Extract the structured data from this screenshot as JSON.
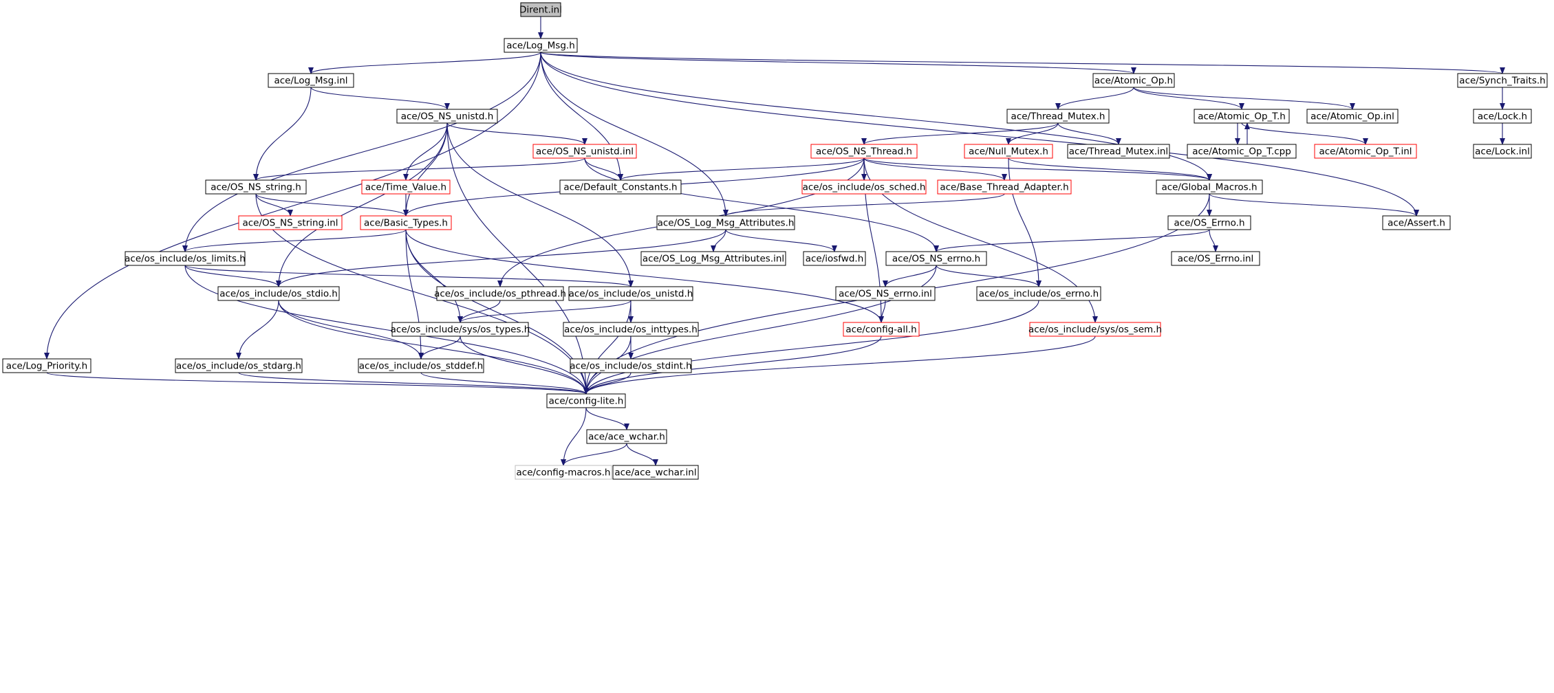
{
  "colors": {
    "edge": "#191970",
    "box_normal": "#000000",
    "box_truncated": "#ff0000",
    "box_undocumented": "#bfbfbf",
    "root_fill": "#bfbfbf",
    "text": "#000000"
  },
  "nodes": [
    {
      "id": "dirent_inl",
      "label": "Dirent.inl",
      "style": "root"
    },
    {
      "id": "log_msg_h",
      "label": "ace/Log_Msg.h",
      "style": "normal"
    },
    {
      "id": "log_msg_inl",
      "label": "ace/Log_Msg.inl",
      "style": "normal"
    },
    {
      "id": "atomic_op_h",
      "label": "ace/Atomic_Op.h",
      "style": "normal"
    },
    {
      "id": "synch_traits_h",
      "label": "ace/Synch_Traits.h",
      "style": "normal"
    },
    {
      "id": "os_ns_unistd_h",
      "label": "ace/OS_NS_unistd.h",
      "style": "normal"
    },
    {
      "id": "thread_mutex_h",
      "label": "ace/Thread_Mutex.h",
      "style": "normal"
    },
    {
      "id": "atomic_op_t_h",
      "label": "ace/Atomic_Op_T.h",
      "style": "normal"
    },
    {
      "id": "atomic_op_inl",
      "label": "ace/Atomic_Op.inl",
      "style": "normal"
    },
    {
      "id": "lock_h",
      "label": "ace/Lock.h",
      "style": "normal"
    },
    {
      "id": "os_ns_unistd_inl",
      "label": "ace/OS_NS_unistd.inl",
      "style": "truncated"
    },
    {
      "id": "os_ns_thread_h",
      "label": "ace/OS_NS_Thread.h",
      "style": "truncated"
    },
    {
      "id": "null_mutex_h",
      "label": "ace/Null_Mutex.h",
      "style": "truncated"
    },
    {
      "id": "thread_mutex_inl",
      "label": "ace/Thread_Mutex.inl",
      "style": "normal"
    },
    {
      "id": "atomic_op_t_cpp",
      "label": "ace/Atomic_Op_T.cpp",
      "style": "normal"
    },
    {
      "id": "atomic_op_t_inl",
      "label": "ace/Atomic_Op_T.inl",
      "style": "truncated"
    },
    {
      "id": "lock_inl",
      "label": "ace/Lock.inl",
      "style": "normal"
    },
    {
      "id": "os_ns_string_h",
      "label": "ace/OS_NS_string.h",
      "style": "normal"
    },
    {
      "id": "time_value_h",
      "label": "ace/Time_Value.h",
      "style": "truncated"
    },
    {
      "id": "default_constants_h",
      "label": "ace/Default_Constants.h",
      "style": "normal"
    },
    {
      "id": "os_sched_h",
      "label": "ace/os_include/os_sched.h",
      "style": "truncated"
    },
    {
      "id": "base_thread_adapter_h",
      "label": "ace/Base_Thread_Adapter.h",
      "style": "truncated"
    },
    {
      "id": "global_macros_h",
      "label": "ace/Global_Macros.h",
      "style": "normal"
    },
    {
      "id": "os_ns_string_inl",
      "label": "ace/OS_NS_string.inl",
      "style": "truncated"
    },
    {
      "id": "basic_types_h",
      "label": "ace/Basic_Types.h",
      "style": "truncated"
    },
    {
      "id": "os_log_msg_attributes_h",
      "label": "ace/OS_Log_Msg_Attributes.h",
      "style": "normal"
    },
    {
      "id": "os_errno_h",
      "label": "ace/OS_Errno.h",
      "style": "normal"
    },
    {
      "id": "assert_h",
      "label": "ace/Assert.h",
      "style": "normal"
    },
    {
      "id": "os_limits_h",
      "label": "ace/os_include/os_limits.h",
      "style": "normal"
    },
    {
      "id": "os_log_msg_attributes_inl",
      "label": "ace/OS_Log_Msg_Attributes.inl",
      "style": "normal"
    },
    {
      "id": "iosfwd_h",
      "label": "ace/iosfwd.h",
      "style": "normal"
    },
    {
      "id": "os_ns_errno_h",
      "label": "ace/OS_NS_errno.h",
      "style": "normal"
    },
    {
      "id": "os_errno_inl",
      "label": "ace/OS_Errno.inl",
      "style": "normal"
    },
    {
      "id": "os_stdio_h",
      "label": "ace/os_include/os_stdio.h",
      "style": "normal"
    },
    {
      "id": "os_pthread_h",
      "label": "ace/os_include/os_pthread.h",
      "style": "normal"
    },
    {
      "id": "os_unistd_h",
      "label": "ace/os_include/os_unistd.h",
      "style": "normal"
    },
    {
      "id": "os_ns_errno_inl",
      "label": "ace/OS_NS_errno.inl",
      "style": "normal"
    },
    {
      "id": "os_errno_sys_h",
      "label": "ace/os_include/os_errno.h",
      "style": "normal"
    },
    {
      "id": "os_types_h",
      "label": "ace/os_include/sys/os_types.h",
      "style": "normal"
    },
    {
      "id": "os_inttypes_h",
      "label": "ace/os_include/os_inttypes.h",
      "style": "normal"
    },
    {
      "id": "config_all_h",
      "label": "ace/config-all.h",
      "style": "truncated"
    },
    {
      "id": "os_sem_h",
      "label": "ace/os_include/sys/os_sem.h",
      "style": "truncated"
    },
    {
      "id": "log_priority_h",
      "label": "ace/Log_Priority.h",
      "style": "normal"
    },
    {
      "id": "os_stdarg_h",
      "label": "ace/os_include/os_stdarg.h",
      "style": "normal"
    },
    {
      "id": "os_stddef_h",
      "label": "ace/os_include/os_stddef.h",
      "style": "normal"
    },
    {
      "id": "os_stdint_h",
      "label": "ace/os_include/os_stdint.h",
      "style": "normal"
    },
    {
      "id": "config_lite_h",
      "label": "ace/config-lite.h",
      "style": "normal"
    },
    {
      "id": "ace_wchar_h",
      "label": "ace/ace_wchar.h",
      "style": "normal"
    },
    {
      "id": "config_macros_h",
      "label": "ace/config-macros.h",
      "style": "undocumented"
    },
    {
      "id": "ace_wchar_inl",
      "label": "ace/ace_wchar.inl",
      "style": "normal"
    }
  ],
  "edges": [
    [
      "dirent_inl",
      "log_msg_h"
    ],
    [
      "log_msg_h",
      "log_msg_inl"
    ],
    [
      "log_msg_h",
      "atomic_op_h"
    ],
    [
      "log_msg_h",
      "synch_traits_h"
    ],
    [
      "log_msg_h",
      "default_constants_h"
    ],
    [
      "log_msg_h",
      "os_log_msg_attributes_h"
    ],
    [
      "log_msg_h",
      "global_macros_h"
    ],
    [
      "log_msg_h",
      "assert_h"
    ],
    [
      "log_msg_h",
      "os_limits_h"
    ],
    [
      "log_msg_h",
      "log_priority_h"
    ],
    [
      "log_msg_inl",
      "os_ns_unistd_h"
    ],
    [
      "log_msg_inl",
      "os_ns_string_h"
    ],
    [
      "atomic_op_h",
      "thread_mutex_h"
    ],
    [
      "atomic_op_h",
      "atomic_op_t_h"
    ],
    [
      "atomic_op_h",
      "atomic_op_inl"
    ],
    [
      "synch_traits_h",
      "lock_h"
    ],
    [
      "lock_h",
      "lock_inl"
    ],
    [
      "thread_mutex_h",
      "os_ns_thread_h"
    ],
    [
      "thread_mutex_h",
      "null_mutex_h"
    ],
    [
      "thread_mutex_h",
      "thread_mutex_inl"
    ],
    [
      "atomic_op_t_h",
      "atomic_op_t_cpp"
    ],
    [
      "atomic_op_t_cpp",
      "atomic_op_t_h"
    ],
    [
      "atomic_op_t_h",
      "atomic_op_t_inl"
    ],
    [
      "null_mutex_h",
      "global_macros_h"
    ],
    [
      "null_mutex_h",
      "os_errno_sys_h"
    ],
    [
      "os_ns_unistd_h",
      "os_ns_unistd_inl"
    ],
    [
      "os_ns_unistd_h",
      "time_value_h"
    ],
    [
      "os_ns_unistd_h",
      "basic_types_h"
    ],
    [
      "os_ns_unistd_h",
      "os_stdio_h"
    ],
    [
      "os_ns_unistd_h",
      "os_unistd_h"
    ],
    [
      "os_ns_unistd_h",
      "config_lite_h"
    ],
    [
      "os_ns_unistd_inl",
      "os_ns_string_h"
    ],
    [
      "os_ns_unistd_inl",
      "default_constants_h"
    ],
    [
      "os_ns_unistd_inl",
      "os_ns_errno_h"
    ],
    [
      "os_ns_thread_h",
      "default_constants_h"
    ],
    [
      "os_ns_thread_h",
      "os_sched_h"
    ],
    [
      "os_ns_thread_h",
      "base_thread_adapter_h"
    ],
    [
      "os_ns_thread_h",
      "global_macros_h"
    ],
    [
      "os_ns_thread_h",
      "basic_types_h"
    ],
    [
      "os_ns_thread_h",
      "os_pthread_h"
    ],
    [
      "os_ns_thread_h",
      "config_all_h"
    ],
    [
      "os_ns_thread_h",
      "os_sem_h"
    ],
    [
      "base_thread_adapter_h",
      "os_log_msg_attributes_h"
    ],
    [
      "os_ns_string_h",
      "os_ns_string_inl"
    ],
    [
      "os_ns_string_h",
      "basic_types_h"
    ],
    [
      "os_ns_string_h",
      "config_lite_h"
    ],
    [
      "time_value_h",
      "basic_types_h"
    ],
    [
      "basic_types_h",
      "os_limits_h"
    ],
    [
      "basic_types_h",
      "os_types_h"
    ],
    [
      "basic_types_h",
      "os_stddef_h"
    ],
    [
      "basic_types_h",
      "config_all_h"
    ],
    [
      "basic_types_h",
      "config_lite_h"
    ],
    [
      "os_log_msg_attributes_h",
      "os_log_msg_attributes_inl"
    ],
    [
      "os_log_msg_attributes_h",
      "iosfwd_h"
    ],
    [
      "os_log_msg_attributes_h",
      "os_stdio_h"
    ],
    [
      "global_macros_h",
      "os_errno_h"
    ],
    [
      "global_macros_h",
      "assert_h"
    ],
    [
      "global_macros_h",
      "config_lite_h"
    ],
    [
      "os_errno_h",
      "os_errno_inl"
    ],
    [
      "os_errno_h",
      "os_ns_errno_h"
    ],
    [
      "os_ns_errno_h",
      "os_ns_errno_inl"
    ],
    [
      "os_ns_errno_h",
      "os_errno_sys_h"
    ],
    [
      "os_ns_errno_h",
      "config_lite_h"
    ],
    [
      "os_ns_errno_inl",
      "config_all_h"
    ],
    [
      "os_errno_sys_h",
      "config_lite_h"
    ],
    [
      "os_limits_h",
      "os_stdio_h"
    ],
    [
      "os_limits_h",
      "os_unistd_h"
    ],
    [
      "os_limits_h",
      "config_lite_h"
    ],
    [
      "os_stdio_h",
      "os_stdarg_h"
    ],
    [
      "os_stdio_h",
      "os_stddef_h"
    ],
    [
      "os_stdio_h",
      "config_lite_h"
    ],
    [
      "os_pthread_h",
      "os_types_h"
    ],
    [
      "os_unistd_h",
      "os_types_h"
    ],
    [
      "os_unistd_h",
      "os_inttypes_h"
    ],
    [
      "os_unistd_h",
      "config_lite_h"
    ],
    [
      "os_types_h",
      "os_stddef_h"
    ],
    [
      "os_types_h",
      "config_lite_h"
    ],
    [
      "os_inttypes_h",
      "os_stdint_h"
    ],
    [
      "os_inttypes_h",
      "config_lite_h"
    ],
    [
      "os_stdint_h",
      "config_lite_h"
    ],
    [
      "config_all_h",
      "config_lite_h"
    ],
    [
      "os_sem_h",
      "config_lite_h"
    ],
    [
      "log_priority_h",
      "config_lite_h"
    ],
    [
      "os_stdarg_h",
      "config_lite_h"
    ],
    [
      "os_stddef_h",
      "config_lite_h"
    ],
    [
      "config_lite_h",
      "ace_wchar_h"
    ],
    [
      "config_lite_h",
      "config_macros_h"
    ],
    [
      "ace_wchar_h",
      "config_macros_h"
    ],
    [
      "ace_wchar_h",
      "ace_wchar_inl"
    ]
  ]
}
